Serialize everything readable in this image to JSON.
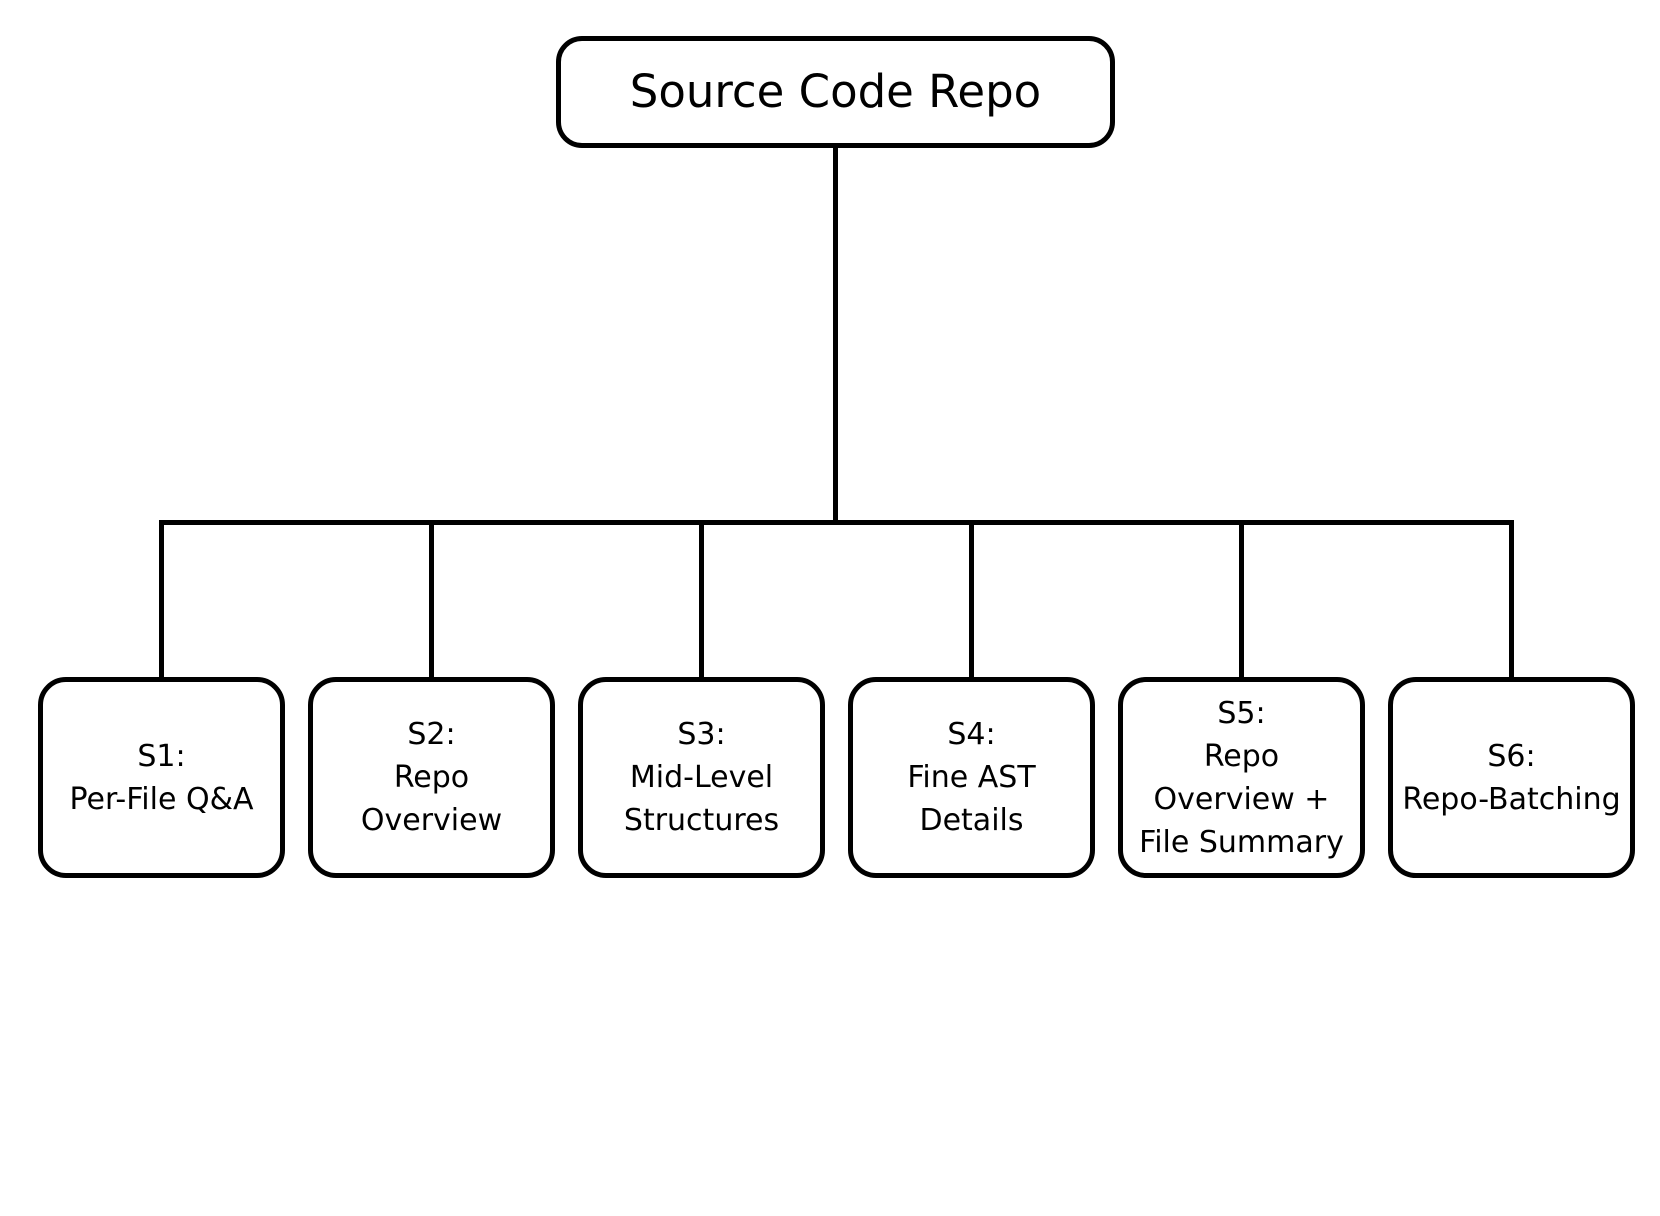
{
  "diagram": {
    "root": {
      "label": "Source Code Repo"
    },
    "nodes": [
      {
        "id": "s1",
        "label": "S1:\nPer-File Q&A"
      },
      {
        "id": "s2",
        "label": "S2:\nRepo\nOverview"
      },
      {
        "id": "s3",
        "label": "S3:\nMid-Level\nStructures"
      },
      {
        "id": "s4",
        "label": "S4:\nFine AST\nDetails"
      },
      {
        "id": "s5",
        "label": "S5:\nRepo\nOverview +\nFile Summary"
      },
      {
        "id": "s6",
        "label": "S6:\nRepo-Batching"
      }
    ],
    "colors": {
      "stroke": "#000000",
      "fill": "#ffffff",
      "text": "#000000",
      "background": "#ffffff"
    }
  }
}
